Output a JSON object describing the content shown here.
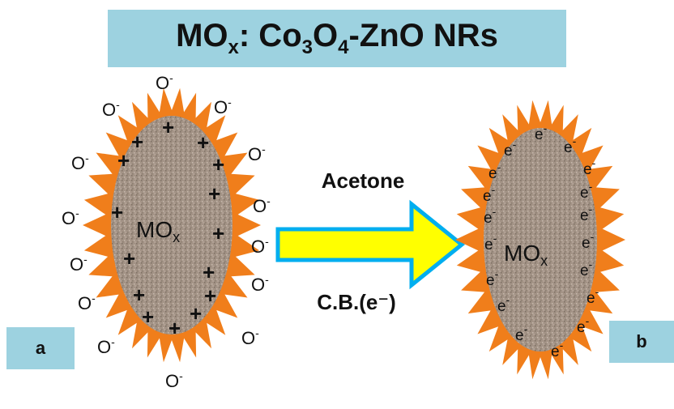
{
  "title": {
    "prefix": "MO",
    "sub1": "x",
    "mid": ": Co",
    "sub2": "3",
    "mid2": "O",
    "sub3": "4",
    "suffix": "-ZnO NRs"
  },
  "labels": {
    "a": "a",
    "b": "b"
  },
  "arrow": {
    "top_text": "Acetone",
    "bottom_text": "C.B.(e⁻)"
  },
  "core": {
    "text": "MO",
    "sub": "x"
  },
  "oxygen_ion": {
    "base": "O",
    "sup": "-"
  },
  "hole": "+",
  "electron": {
    "base": "e",
    "sup": "-"
  },
  "colors": {
    "box": "#9dd2e0",
    "spikes": "#f07e1b",
    "core": "#a39386",
    "arrow_fill": "#ffff00",
    "arrow_stroke": "#00aeef"
  }
}
